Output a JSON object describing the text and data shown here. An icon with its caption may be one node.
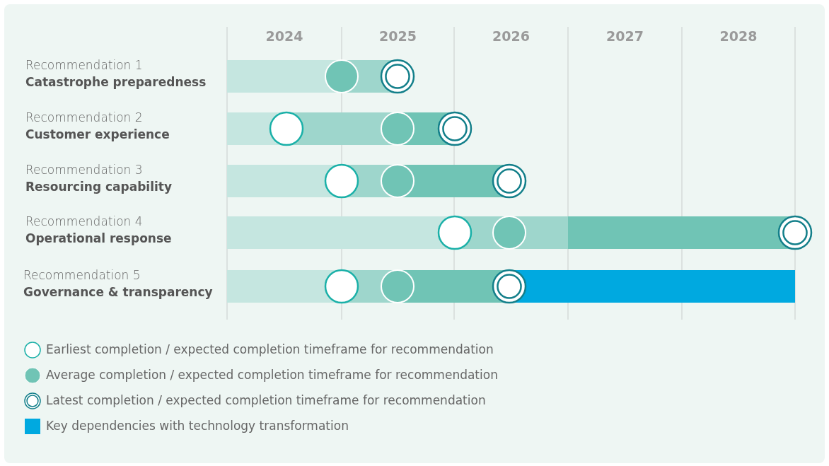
{
  "diagram": {
    "labels": [
      "2024",
      "2025",
      "2026",
      "2027",
      "2028",
      "Recommendation 1",
      "Catastrophe preparedness",
      "Recommendation 2",
      "Customer experience",
      "Recommendation 3",
      "Resourcing capability",
      "Recommendation 4",
      "Operational response",
      "Recommendation 5",
      "Governance & transparency"
    ],
    "legend": [
      {
        "text": "Earliest completion / expected completion timeframe for recommendation"
      },
      {
        "text": "Average completion / expected completion timeframe for recommendation"
      },
      {
        "text": "Latest completion / expected completion timeframe for recommendation"
      },
      {
        "text": "Key dependencies with technology transformation",
        "color": "#00a9e0"
      }
    ]
  }
}
